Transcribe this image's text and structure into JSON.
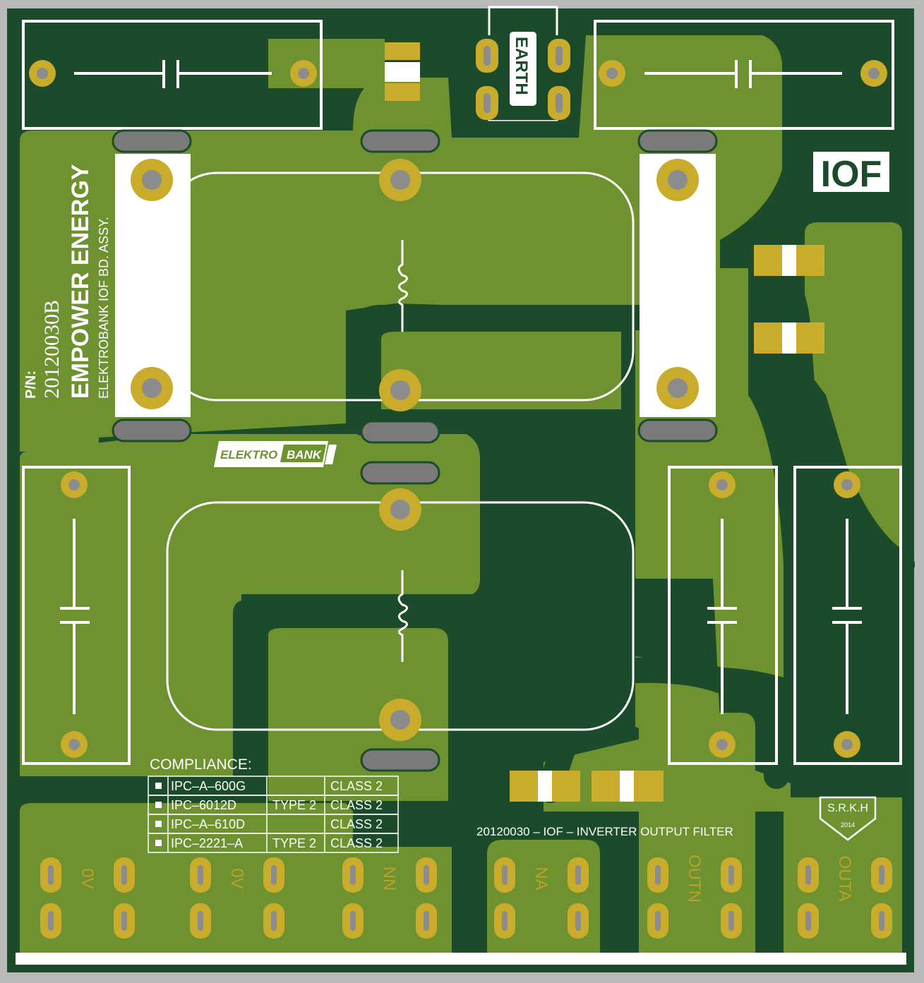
{
  "board": {
    "colors": {
      "edge": "#b9b9b9",
      "substrate": "#1b4b2a",
      "copper": "#6d922f",
      "copper_light": "#7f9f38",
      "silk": "#ffffff",
      "pad_gold": "#c9ac2c",
      "pad_drill": "#8c8c8c",
      "slot": "#7a7a7a"
    },
    "label_iof": "IOF",
    "label_earth": "EARTH",
    "pn_label": "P/N:",
    "pn_number": "20120030B",
    "company": "EMPOWER ENERGY",
    "assembly": "ELEKTROBANK IOF BD. ASSY.",
    "logo": {
      "part1": "ELEKTRO",
      "part2": "BANK"
    },
    "description": "20120030 – IOF – INVERTER OUTPUT FILTER",
    "compliance": {
      "title": "COMPLIANCE:",
      "rows": [
        {
          "standard": "IPC–A–600G",
          "type": "",
          "class": "CLASS 2"
        },
        {
          "standard": "IPC–6012D",
          "type": "TYPE 2",
          "class": "CLASS 2"
        },
        {
          "standard": "IPC–A–610D",
          "type": "",
          "class": "CLASS 2"
        },
        {
          "standard": "IPC–2221–A",
          "type": "TYPE 2",
          "class": "CLASS 2"
        }
      ]
    },
    "badge": {
      "initials": "S.R.K.H",
      "year": "2014"
    },
    "connectors": [
      {
        "label": "0V"
      },
      {
        "label": "0V"
      },
      {
        "label": "NN"
      },
      {
        "label": "NA"
      },
      {
        "label": "OUTN"
      },
      {
        "label": "OUTA"
      }
    ],
    "icons": [
      "capacitor-symbol-icon",
      "inductor-symbol-icon",
      "elektrobank-logo-icon",
      "srkh-badge-icon"
    ]
  }
}
